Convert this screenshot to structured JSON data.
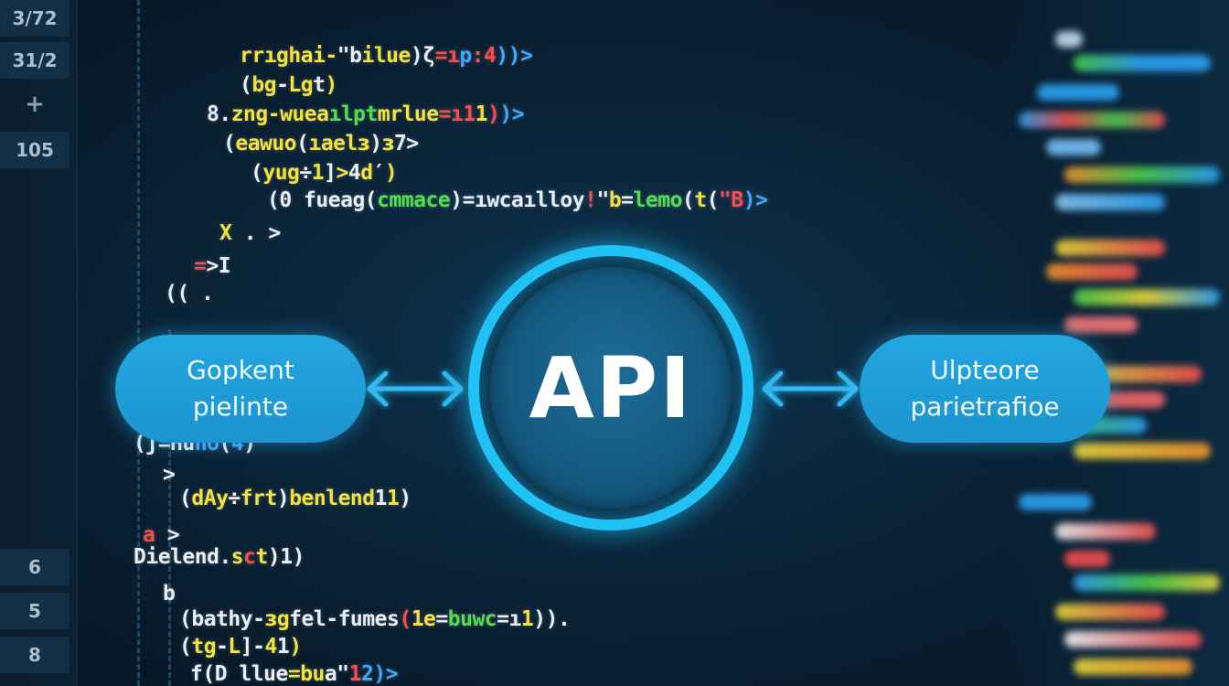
{
  "gutter": {
    "line_numbers": [
      "3/72",
      "31/2",
      "+",
      "105",
      "6",
      "5",
      "8"
    ]
  },
  "code_lines": [
    [
      {
        "t": "rrıghai-",
        "c": "c-yellow"
      },
      {
        "t": "\"b",
        "c": "c-white"
      },
      {
        "t": "ilue",
        "c": "c-yellow"
      },
      {
        "t": ")",
        "c": "c-white"
      },
      {
        "t": "ζ",
        "c": "c-white"
      },
      {
        "t": "=",
        "c": "c-red"
      },
      {
        "t": "ı",
        "c": "c-red"
      },
      {
        "t": "p",
        "c": "c-blue"
      },
      {
        "t": ":",
        "c": "c-red"
      },
      {
        "t": "4",
        "c": "c-red"
      },
      {
        "t": "))",
        "c": "c-blue"
      },
      {
        "t": ">",
        "c": "c-blue"
      }
    ],
    [
      {
        "t": "(",
        "c": "c-white"
      },
      {
        "t": "bg",
        "c": "c-yellow"
      },
      {
        "t": "-",
        "c": "c-white"
      },
      {
        "t": "Lg",
        "c": "c-yellow"
      },
      {
        "t": "t",
        "c": "c-white"
      },
      {
        "t": ")",
        "c": "c-yellow"
      }
    ],
    [
      {
        "t": "8.",
        "c": "c-white"
      },
      {
        "t": "zng-wuea",
        "c": "c-yellow"
      },
      {
        "t": "ılpt",
        "c": "c-green"
      },
      {
        "t": "mrlue",
        "c": "c-yellow"
      },
      {
        "t": "=",
        "c": "c-red"
      },
      {
        "t": "ı",
        "c": "c-red"
      },
      {
        "t": "1",
        "c": "c-red"
      },
      {
        "t": "1",
        "c": "c-yellow"
      },
      {
        "t": ")",
        "c": "c-red"
      },
      {
        "t": ")",
        "c": "c-blue"
      },
      {
        "t": ">",
        "c": "c-blue"
      }
    ],
    [
      {
        "t": "(",
        "c": "c-white"
      },
      {
        "t": "eawuo",
        "c": "c-yellow"
      },
      {
        "t": "(",
        "c": "c-white"
      },
      {
        "t": "ıaelɜ",
        "c": "c-yellow"
      },
      {
        "t": ")",
        "c": "c-white"
      },
      {
        "t": "ɜ",
        "c": "c-yellow"
      },
      {
        "t": "7",
        "c": "c-white"
      },
      {
        "t": ">",
        "c": "c-white"
      }
    ],
    [
      {
        "t": "(",
        "c": "c-white"
      },
      {
        "t": "yug",
        "c": "c-yellow"
      },
      {
        "t": "÷",
        "c": "c-white"
      },
      {
        "t": "1",
        "c": "c-yellow"
      },
      {
        "t": "]",
        "c": "c-white"
      },
      {
        "t": ">",
        "c": "c-yellow"
      },
      {
        "t": "4",
        "c": "c-white"
      },
      {
        "t": "d",
        "c": "c-yellow"
      },
      {
        "t": "′",
        "c": "c-white"
      },
      {
        "t": ")",
        "c": "c-yellow"
      }
    ],
    [
      {
        "t": "(",
        "c": "c-white"
      },
      {
        "t": "0 fueag",
        "c": "c-white"
      },
      {
        "t": "(",
        "c": "c-white"
      },
      {
        "t": "cmmace",
        "c": "c-green"
      },
      {
        "t": ")",
        "c": "c-white"
      },
      {
        "t": "=",
        "c": "c-white"
      },
      {
        "t": "ıwcaılloy",
        "c": "c-white"
      },
      {
        "t": "!",
        "c": "c-red"
      },
      {
        "t": "\"",
        "c": "c-white"
      },
      {
        "t": "b",
        "c": "c-yellow"
      },
      {
        "t": "=",
        "c": "c-white"
      },
      {
        "t": "lemo",
        "c": "c-green"
      },
      {
        "t": "(",
        "c": "c-white"
      },
      {
        "t": "t",
        "c": "c-yellow"
      },
      {
        "t": "(",
        "c": "c-white"
      },
      {
        "t": "\"",
        "c": "c-red"
      },
      {
        "t": "B",
        "c": "c-red"
      },
      {
        "t": ")",
        "c": "c-blue"
      },
      {
        "t": ">",
        "c": "c-blue"
      }
    ],
    [
      {
        "t": "X",
        "c": "c-yellow"
      },
      {
        "t": " . ",
        "c": "c-white"
      },
      {
        "t": ">",
        "c": "c-white"
      }
    ],
    [
      {
        "t": "=",
        "c": "c-red"
      },
      {
        "t": ">",
        "c": "c-white"
      },
      {
        "t": "I",
        "c": "c-white"
      }
    ],
    [
      {
        "t": "((",
        "c": "c-white"
      },
      {
        "t": " .",
        "c": "c-white"
      }
    ],
    [
      {
        "t": "(",
        "c": "c-white"
      },
      {
        "t": "ʃ",
        "c": "c-white"
      },
      {
        "t": "=",
        "c": "c-white"
      },
      {
        "t": "Hu",
        "c": "c-white"
      },
      {
        "t": "no",
        "c": "c-blue"
      },
      {
        "t": "(",
        "c": "c-white"
      },
      {
        "t": "4",
        "c": "c-blue"
      },
      {
        "t": ")",
        "c": "c-white"
      }
    ],
    [
      {
        "t": ">",
        "c": "c-white"
      }
    ],
    [
      {
        "t": "(",
        "c": "c-white"
      },
      {
        "t": "d",
        "c": "c-yellow"
      },
      {
        "t": "Ay",
        "c": "c-yellow"
      },
      {
        "t": "÷",
        "c": "c-white"
      },
      {
        "t": "frt",
        "c": "c-yellow"
      },
      {
        "t": ")",
        "c": "c-white"
      },
      {
        "t": "benlend",
        "c": "c-yellow"
      },
      {
        "t": "1",
        "c": "c-white"
      },
      {
        "t": "1",
        "c": "c-yellow"
      },
      {
        "t": ")",
        "c": "c-white"
      }
    ],
    [
      {
        "t": "a",
        "c": "c-red"
      },
      {
        "t": " >",
        "c": "c-white"
      }
    ],
    [
      {
        "t": "Dielend",
        "c": "c-white"
      },
      {
        "t": ".",
        "c": "c-white"
      },
      {
        "t": "s",
        "c": "c-yellow"
      },
      {
        "t": "c",
        "c": "c-red"
      },
      {
        "t": "t",
        "c": "c-yellow"
      },
      {
        "t": ")",
        "c": "c-white"
      },
      {
        "t": "1",
        "c": "c-white"
      },
      {
        "t": ")",
        "c": "c-white"
      }
    ],
    [
      {
        "t": "b",
        "c": "c-white"
      }
    ],
    [
      {
        "t": "(",
        "c": "c-white"
      },
      {
        "t": "bathy",
        "c": "c-white"
      },
      {
        "t": "-",
        "c": "c-white"
      },
      {
        "t": "ɜg",
        "c": "c-yellow"
      },
      {
        "t": "fel",
        "c": "c-white"
      },
      {
        "t": "-",
        "c": "c-white"
      },
      {
        "t": "fumes",
        "c": "c-white"
      },
      {
        "t": "(",
        "c": "c-red"
      },
      {
        "t": "1e",
        "c": "c-yellow"
      },
      {
        "t": "=",
        "c": "c-white"
      },
      {
        "t": "buwc",
        "c": "c-green"
      },
      {
        "t": "=",
        "c": "c-white"
      },
      {
        "t": "ı",
        "c": "c-white"
      },
      {
        "t": "1",
        "c": "c-yellow"
      },
      {
        "t": ")",
        "c": "c-white"
      },
      {
        "t": ")",
        "c": "c-white"
      },
      {
        "t": ".",
        "c": "c-white"
      }
    ],
    [
      {
        "t": "(",
        "c": "c-white"
      },
      {
        "t": "tg",
        "c": "c-yellow"
      },
      {
        "t": "-",
        "c": "c-white"
      },
      {
        "t": "L",
        "c": "c-yellow"
      },
      {
        "t": "]",
        "c": "c-white"
      },
      {
        "t": "-",
        "c": "c-white"
      },
      {
        "t": "4",
        "c": "c-yellow"
      },
      {
        "t": "1",
        "c": "c-white"
      },
      {
        "t": ")",
        "c": "c-yellow"
      }
    ],
    [
      {
        "t": "f",
        "c": "c-white"
      },
      {
        "t": "(",
        "c": "c-white"
      },
      {
        "t": "D",
        "c": "c-white"
      },
      {
        "t": "  ",
        "c": "c-white"
      },
      {
        "t": "llue",
        "c": "c-white"
      },
      {
        "t": "=",
        "c": "c-yellow"
      },
      {
        "t": "bu",
        "c": "c-yellow"
      },
      {
        "t": "a",
        "c": "c-white"
      },
      {
        "t": "\"",
        "c": "c-white"
      },
      {
        "t": "1",
        "c": "c-red"
      },
      {
        "t": "2",
        "c": "c-blue"
      },
      {
        "t": ")",
        "c": "c-blue"
      },
      {
        "t": ">",
        "c": "c-blue"
      }
    ]
  ],
  "left_pill": {
    "line1": "Gopkent",
    "line2": "pielinte"
  },
  "right_pill": {
    "line1": "Ulpteore",
    "line2": "parietrafioe"
  },
  "api": {
    "label": "API"
  },
  "colors": {
    "accent_ring": "#1ec2f5",
    "pill": "#1f9ed8",
    "core": "#165d85",
    "background": "#0a2438"
  },
  "icons": {
    "left_arrow": "double-headed-arrow-icon",
    "right_arrow": "double-headed-arrow-icon"
  }
}
